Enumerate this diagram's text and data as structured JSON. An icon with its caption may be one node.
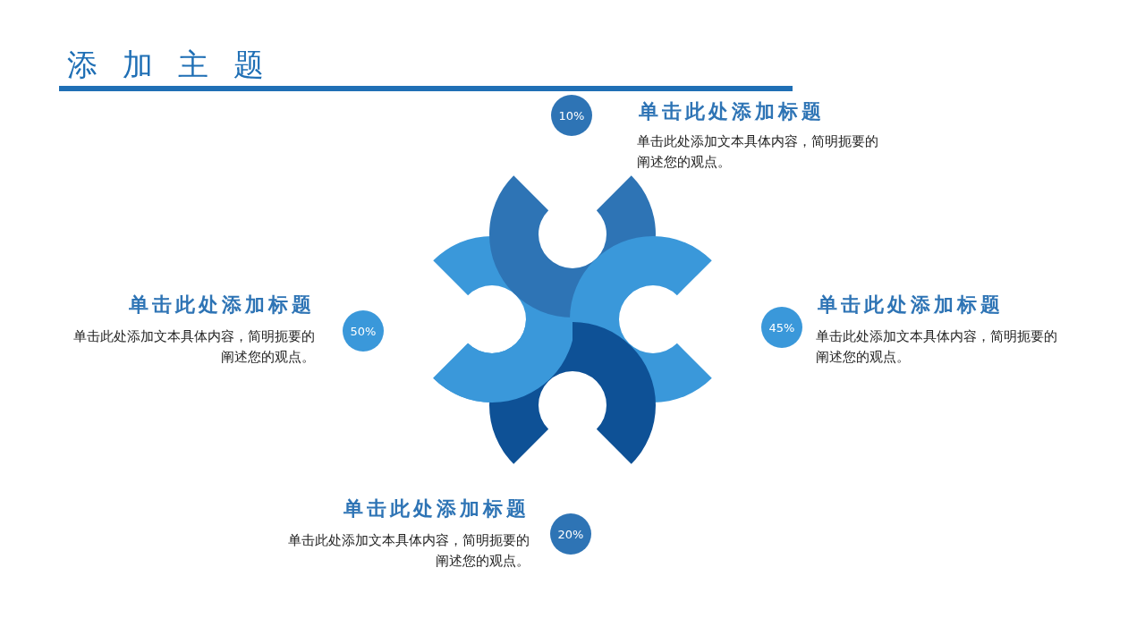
{
  "diagram": {
    "title": "添加主题",
    "nodes": [
      {
        "text": [
          "10%"
        ],
        "beside": [
          "单击此处添加标题",
          "单击此处添加文本具体内容，简明扼要的阐述您的观点。"
        ]
      },
      {
        "text": [
          "50%"
        ],
        "beside": [
          "单击此处添加标题",
          "单击此处添加文本具体内容，简明扼要的阐述您的观点。"
        ]
      },
      {
        "text": [
          "45%"
        ],
        "beside": [
          "单击此处添加标题",
          "单击此处添加文本具体内容，简明扼要的阐述您的观点。"
        ]
      },
      {
        "text": [
          "20%"
        ],
        "beside": [
          "单击此处添加标题",
          "单击此处添加文本具体内容，简明扼要的阐述您的观点。"
        ]
      }
    ]
  }
}
